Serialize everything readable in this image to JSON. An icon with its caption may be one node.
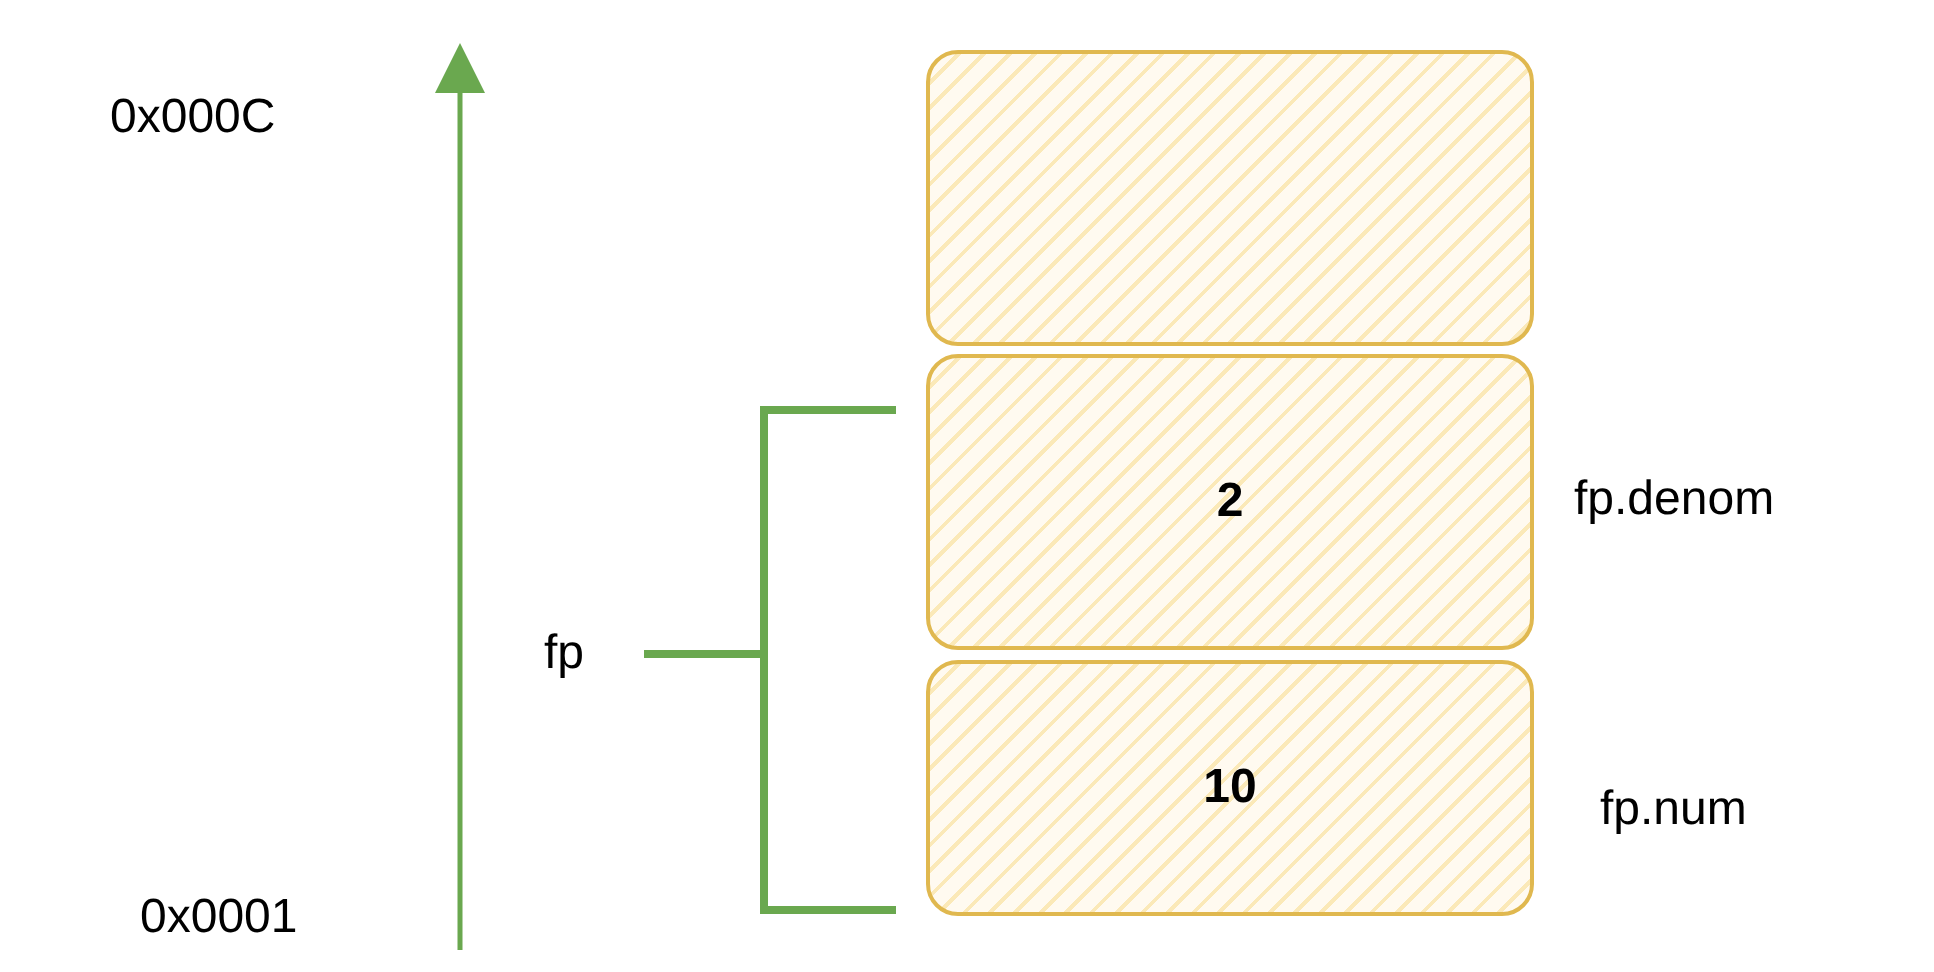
{
  "diagram": {
    "nodes": [
      {
        "text": [],
        "shape": "box"
      },
      {
        "text": [
          "2"
        ],
        "beside": [
          "fp.denom"
        ]
      },
      {
        "text": [
          "10"
        ],
        "beside": [
          "fp.num"
        ]
      }
    ],
    "labels": [
      "0x000C",
      "fp",
      "0x0001"
    ]
  }
}
